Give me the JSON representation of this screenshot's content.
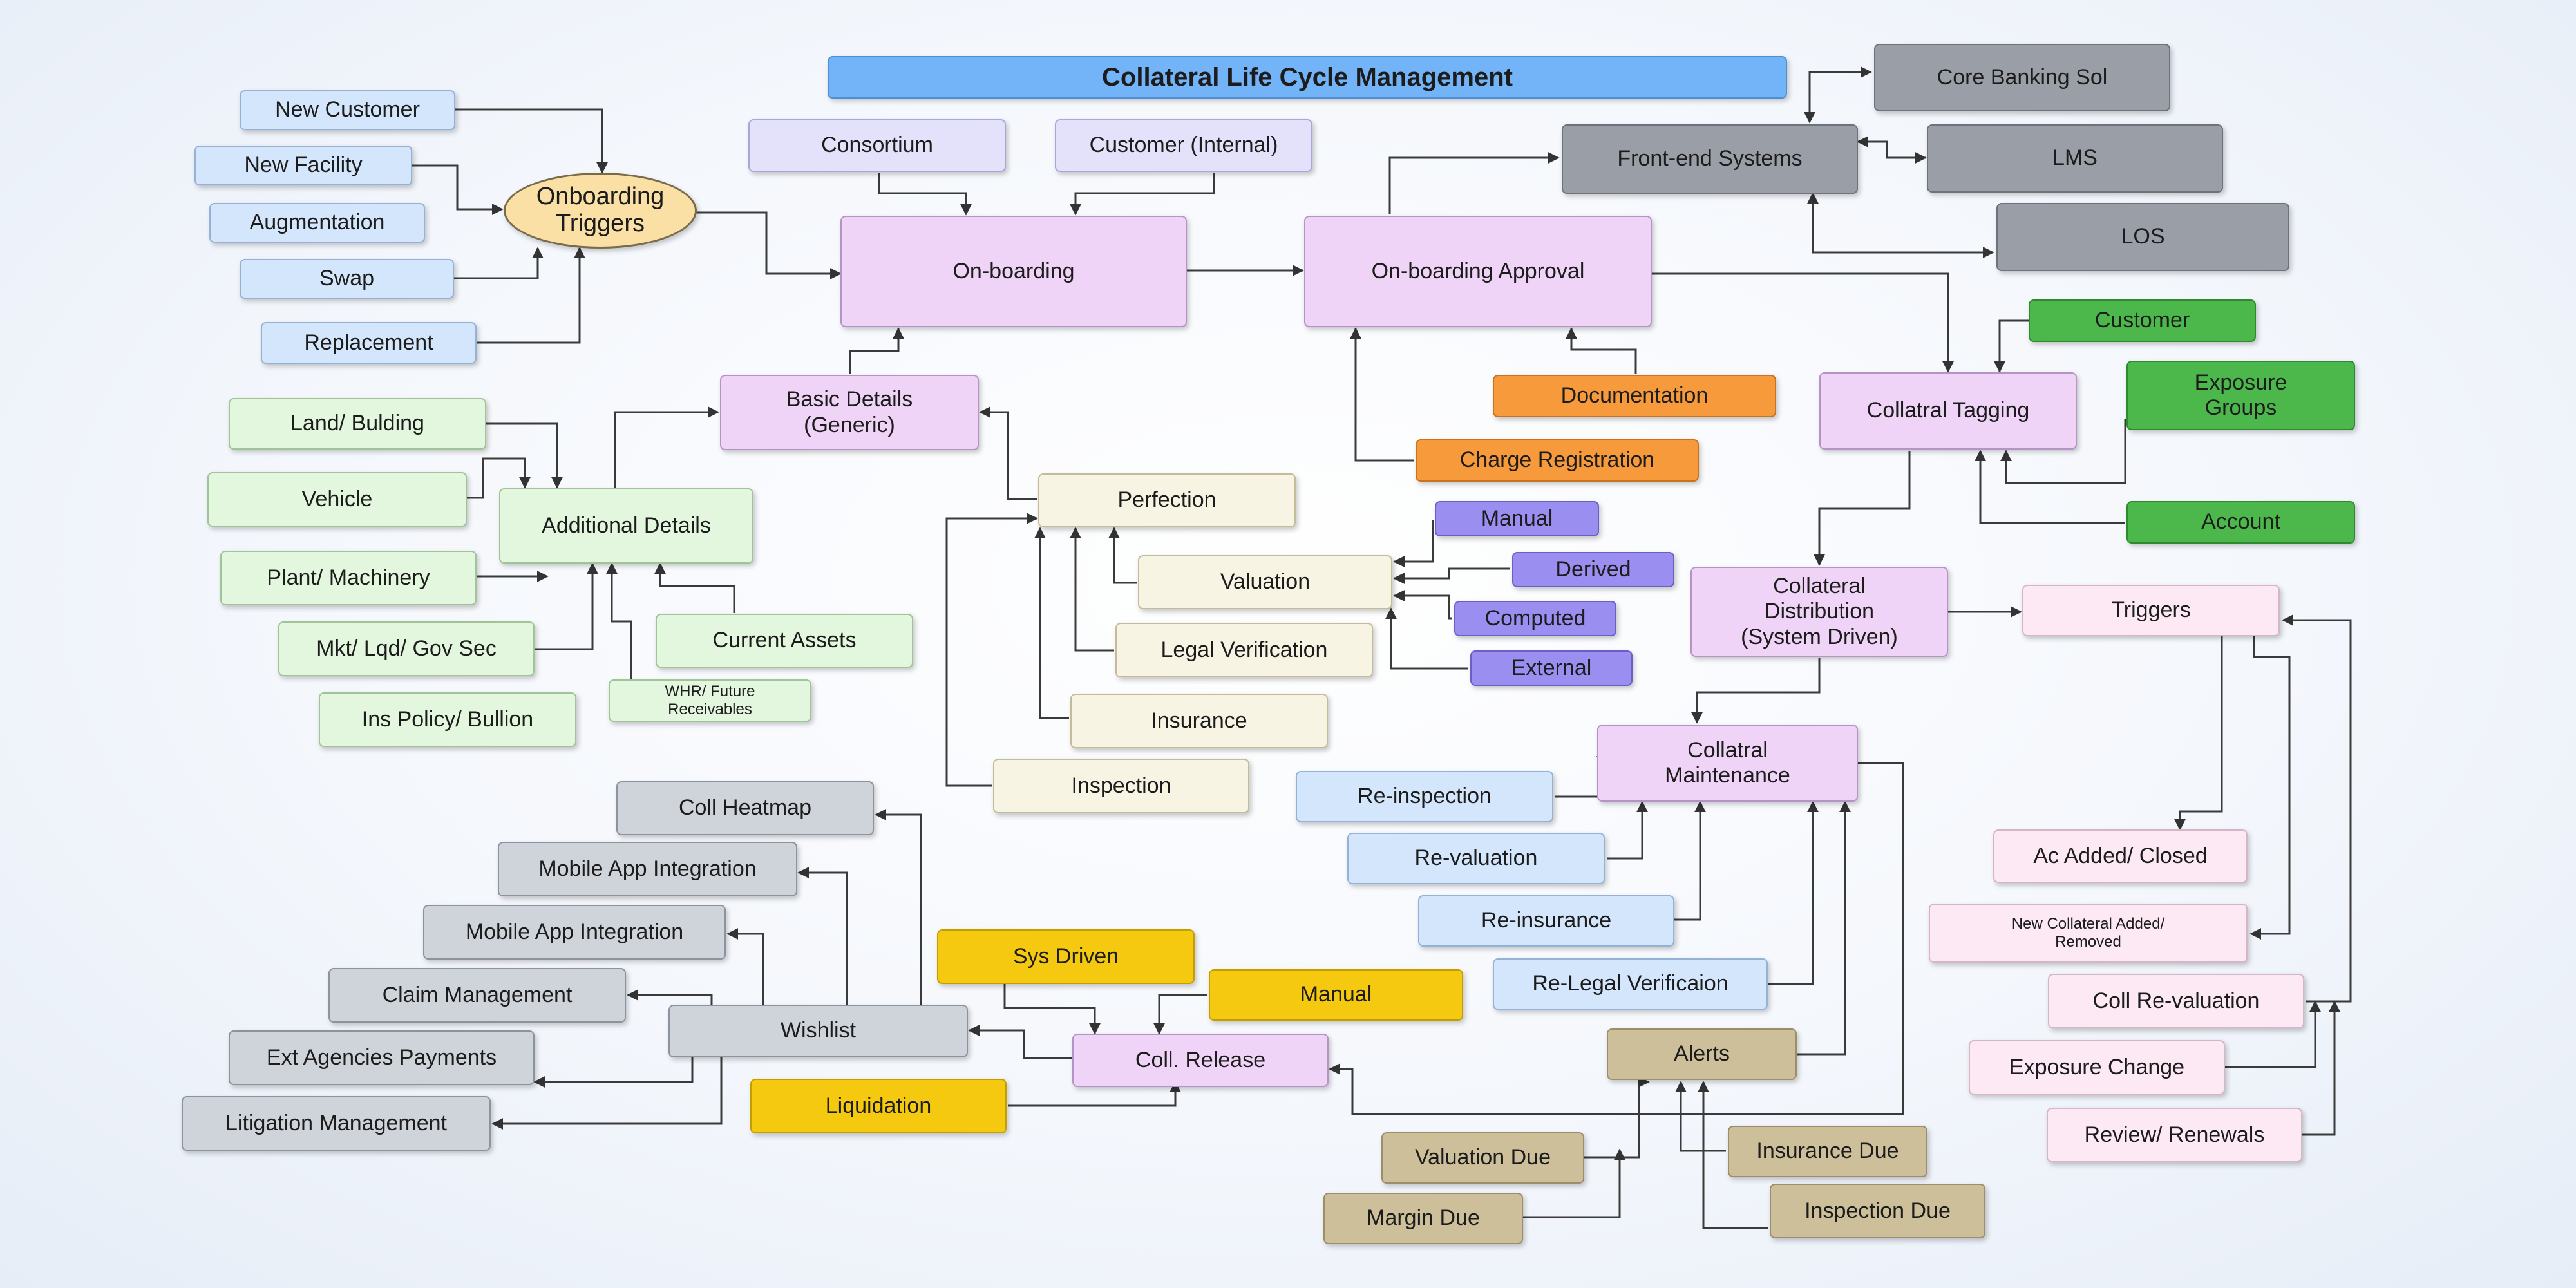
{
  "title": "Collateral Life Cycle Management",
  "nodes": {
    "new_customer": "New Customer",
    "new_facility": "New Facility",
    "augmentation": "Augmentation",
    "swap": "Swap",
    "replacement": "Replacement",
    "onboarding_triggers": "Onboarding\nTriggers",
    "consortium": "Consortium",
    "customer_internal": "Customer (Internal)",
    "onboarding": "On-boarding",
    "onboarding_approval": "On-boarding Approval",
    "frontend_systems": "Front-end Systems",
    "core_banking": "Core Banking Sol",
    "lms": "LMS",
    "los": "LOS",
    "basic_details": "Basic Details\n(Generic)",
    "land_building": "Land/ Bulding",
    "vehicle": "Vehicle",
    "plant_machinery": "Plant/ Machinery",
    "mkt_lqd_gov": "Mkt/ Lqd/ Gov Sec",
    "ins_policy": "Ins Policy/ Bullion",
    "additional_details": "Additional Details",
    "current_assets": "Current Assets",
    "whr_future": "WHR/ Future\nReceivables",
    "documentation": "Documentation",
    "charge_registration": "Charge Registration",
    "customer": "Customer",
    "collatral_tagging": "Collatral Tagging",
    "exposure_groups": "Exposure\nGroups",
    "account": "Account",
    "perfection": "Perfection",
    "valuation": "Valuation",
    "legal_verification": "Legal Verification",
    "insurance": "Insurance",
    "inspection": "Inspection",
    "manual_val": "Manual",
    "derived": "Derived",
    "computed": "Computed",
    "external": "External",
    "collateral_distribution": "Collateral\nDistribution\n(System Driven)",
    "triggers": "Triggers",
    "collatral_maintenance": "Collatral\nMaintenance",
    "re_inspection": "Re-inspection",
    "re_valuation": "Re-valuation",
    "re_insurance": "Re-insurance",
    "re_legal": "Re-Legal Verificaion",
    "ac_added_closed": "Ac Added/ Closed",
    "new_collateral": "New Collateral Added/\nRemoved",
    "coll_revaluation": "Coll Re-valuation",
    "exposure_change": "Exposure Change",
    "review_renewals": "Review/ Renewals",
    "coll_heatmap": "Coll Heatmap",
    "mobile_app_1": "Mobile App Integration",
    "mobile_app_2": "Mobile App Integration",
    "claim_management": "Claim Management",
    "ext_agencies": "Ext Agencies Payments",
    "litigation": "Litigation Management",
    "wishlist": "Wishlist",
    "sys_driven": "Sys Driven",
    "manual_rel": "Manual",
    "coll_release": "Coll. Release",
    "liquidation": "Liquidation",
    "alerts": "Alerts",
    "valuation_due": "Valuation Due",
    "margin_due": "Margin Due",
    "insurance_due": "Insurance Due",
    "inspection_due": "Inspection Due"
  },
  "colors": {
    "title_bar": "#72b4f7",
    "trigger_inputs": "#d3e6fb",
    "process": "#efd4f7",
    "asset_types": "#e3f6de",
    "perfection_steps": "#f8f4e4",
    "systems": "#9a9ea6",
    "documentation": "#f79a3c",
    "valuation_methods": "#9a8ef0",
    "tagging_inputs": "#4cb84c",
    "release": "#f5c90f",
    "alerts": "#cdbf9a",
    "wishlist": "#cfd3da"
  }
}
